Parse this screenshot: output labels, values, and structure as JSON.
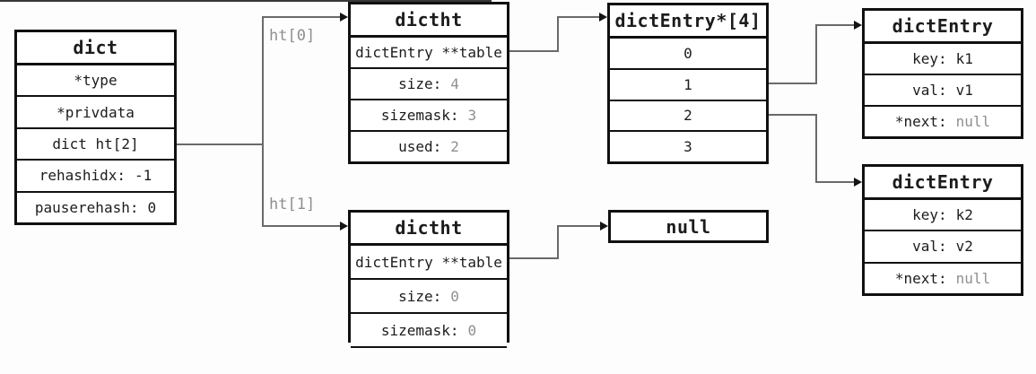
{
  "palette": {
    "background": "#fdfdfd",
    "box_border": "#101010",
    "text": "#1c1c1c",
    "muted_value": "#8f8f8f",
    "connector_line": "#6a6a6a",
    "arrowhead": "#141414"
  },
  "labels": {
    "ht0": "ht[0]",
    "ht1": "ht[1]"
  },
  "boxes": {
    "dict": {
      "title": "dict",
      "rows": [
        {
          "label": "*type"
        },
        {
          "label": "*privdata"
        },
        {
          "label": "dict ht[2]"
        },
        {
          "label": "rehashidx:",
          "value": "-1"
        },
        {
          "label": "pauserehash:",
          "value": "0"
        }
      ]
    },
    "ht0": {
      "title": "dictht",
      "rows": [
        {
          "label": "dictEntry **table"
        },
        {
          "label": "size:",
          "value": "4"
        },
        {
          "label": "sizemask:",
          "value": "3"
        },
        {
          "label": "used:",
          "value": "2"
        }
      ]
    },
    "ht1": {
      "title": "dictht",
      "rows": [
        {
          "label": "dictEntry **table"
        },
        {
          "label": "size:",
          "value": "0"
        },
        {
          "label": "sizemask:",
          "value": "0"
        }
      ]
    },
    "bucket_array": {
      "title": "dictEntry*[4]",
      "rows": [
        {
          "label": "0"
        },
        {
          "label": "1"
        },
        {
          "label": "2"
        },
        {
          "label": "3"
        }
      ]
    },
    "entry1": {
      "title": "dictEntry",
      "rows": [
        {
          "label": "key:",
          "value": "k1"
        },
        {
          "label": "val:",
          "value": "v1"
        },
        {
          "label": "*next:",
          "value": "null"
        }
      ]
    },
    "entry2": {
      "title": "dictEntry",
      "rows": [
        {
          "label": "key:",
          "value": "k2"
        },
        {
          "label": "val:",
          "value": "v2"
        },
        {
          "label": "*next:",
          "value": "null"
        }
      ]
    },
    "null_box": {
      "title": "null"
    }
  }
}
